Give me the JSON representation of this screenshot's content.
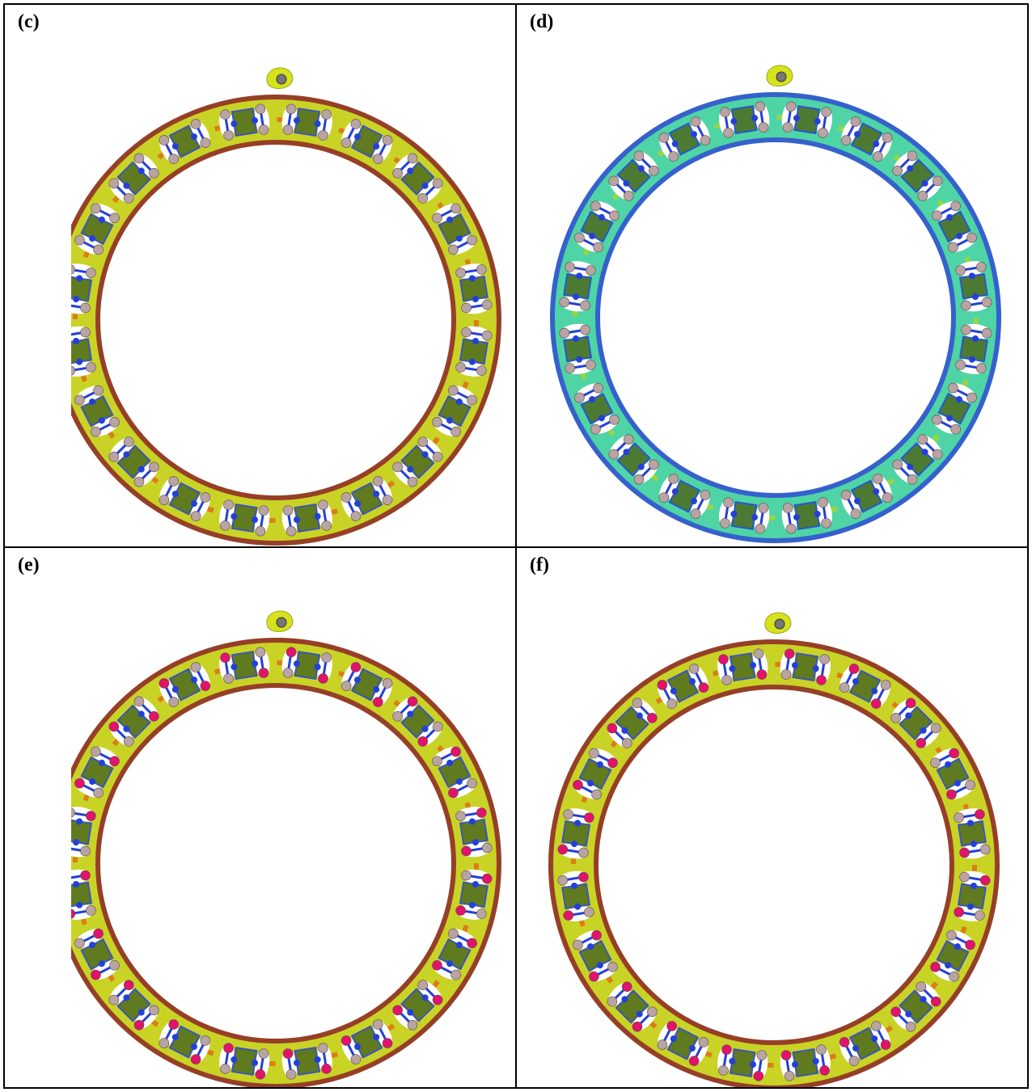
{
  "panels": [
    {
      "label": "(c)",
      "scheme": "warm",
      "pink_atoms": false,
      "clip_left": true
    },
    {
      "label": "(d)",
      "scheme": "cool",
      "pink_atoms": false,
      "clip_left": false
    },
    {
      "label": "(e)",
      "scheme": "warm",
      "pink_atoms": true,
      "clip_left": true
    },
    {
      "label": "(f)",
      "scheme": "warm",
      "pink_atoms": true,
      "clip_left": false
    }
  ],
  "colors": {
    "warm_band": "#c9d325",
    "warm_edge": "#8b2a10",
    "warm_accent": "#e06a10",
    "cool_band": "#4fd4a6",
    "cool_edge": "#1f50c8",
    "cool_accent": "#a7d62a",
    "core": "#4d6b1e",
    "bond": "#2340d8",
    "atom_b": "#b9a3a3",
    "atom_pink": "#e2136a",
    "cap": "#d6e31c"
  }
}
